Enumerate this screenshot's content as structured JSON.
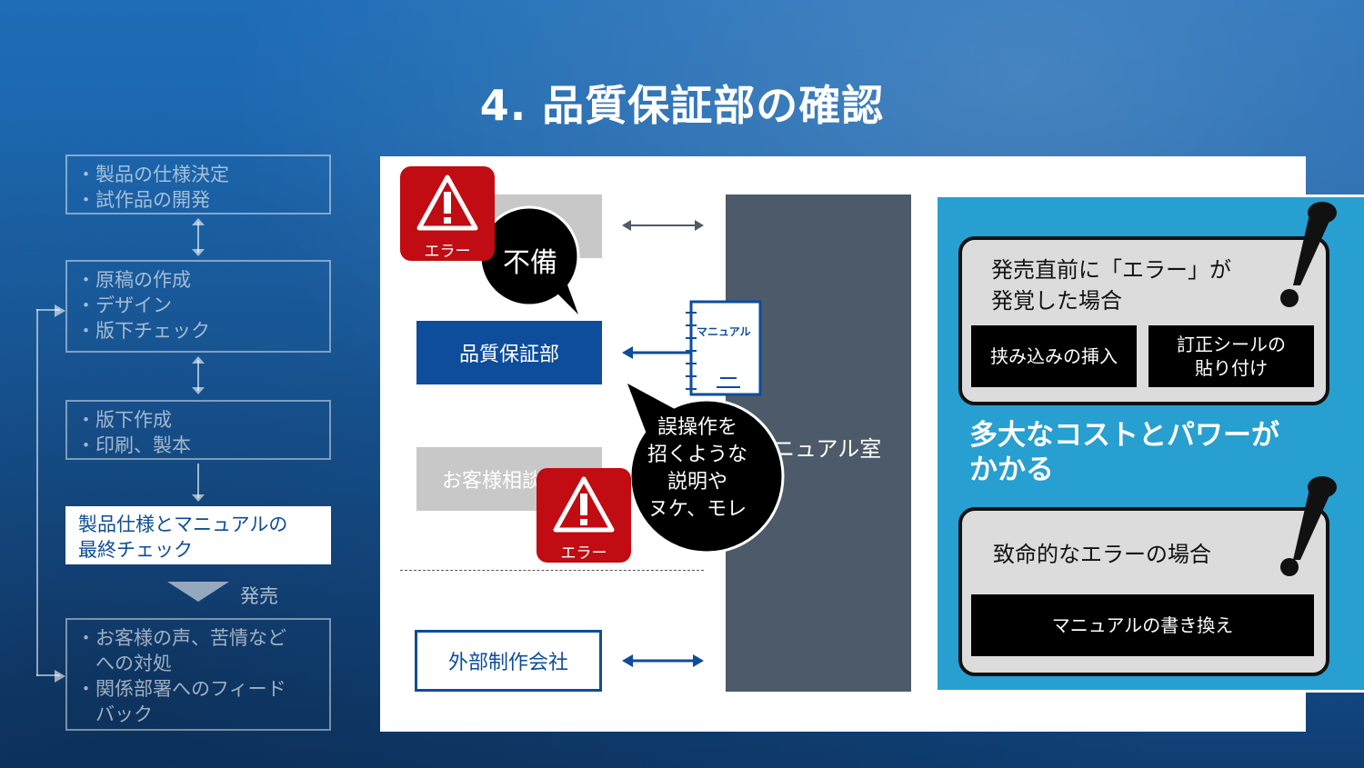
{
  "title": "4. 品質保証部の確認",
  "flow": {
    "box1": [
      "・製品の仕様決定",
      "・試作品の開発"
    ],
    "box2": [
      "・原稿の作成",
      "・デザイン",
      "・版下チェック"
    ],
    "box3": [
      "・版下作成",
      "・印刷、製本"
    ],
    "final": [
      "製品仕様とマニュアルの",
      "最終チェック"
    ],
    "release_label": "発売",
    "box5": [
      "・お客様の声、苦情など",
      "　への対処",
      "・関係部署へのフィード",
      "　バック"
    ]
  },
  "diagram": {
    "quality_dept": "品質保証部",
    "customer_dept": "お客様相談",
    "external_company": "外部制作会社",
    "manual_room": "ニュアル室",
    "manual_doc_label": "マニュアル",
    "error_label": "エラー",
    "bubble_defect": "不備",
    "bubble_mistakes": [
      "誤操作を",
      "招くような",
      "説明や",
      "ヌケ、モレ"
    ]
  },
  "right": {
    "card1_title": [
      "発売直前に「エラー」が",
      "発覚した場合"
    ],
    "card1_action_a": "挟み込みの挿入",
    "card1_action_b": [
      "訂正シールの",
      "貼り付け"
    ],
    "cost_text": [
      "多大なコストとパワーが",
      "かかる"
    ],
    "card2_title": "致命的なエラーの場合",
    "card2_action": "マニュアルの書き換え"
  },
  "colors": {
    "brand_blue": "#0d4d9c",
    "error_red": "#c00c12",
    "manual_room_gray": "#4d5a6a",
    "right_panel_blue": "#279fd0"
  }
}
